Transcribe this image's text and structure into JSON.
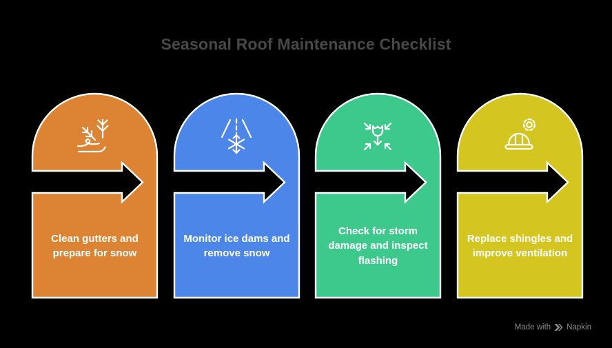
{
  "title": "Seasonal Roof Maintenance Checklist",
  "background_color": "#000000",
  "title_color": "#484848",
  "steps": [
    {
      "label_lines": [
        "Clean gutters and",
        "prepare for snow"
      ],
      "color": "#DD8334",
      "icon": "autumn-leaves-sweep-icon"
    },
    {
      "label_lines": [
        "Monitor ice dams and",
        "remove snow"
      ],
      "color": "#4C86E8",
      "icon": "falling-snow-snowflake-icon"
    },
    {
      "label_lines": [
        "Check for storm",
        "damage and inspect",
        "flashing"
      ],
      "color": "#3EC98C",
      "icon": "storm-impact-flower-icon"
    },
    {
      "label_lines": [
        "Replace shingles and",
        "improve ventilation"
      ],
      "color": "#D4C520",
      "icon": "hard-hat-gear-icon"
    }
  ],
  "watermark": {
    "prefix": "Made with",
    "brand": "Napkin",
    "icon": "napkin-logo-icon",
    "color": "#8C8C8C"
  }
}
